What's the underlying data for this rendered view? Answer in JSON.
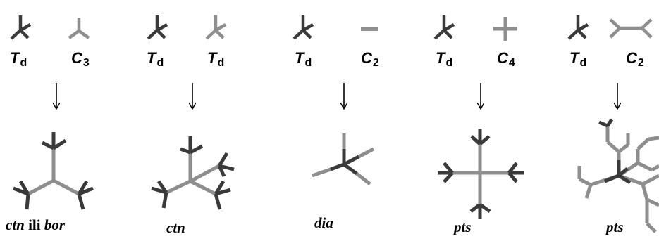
{
  "columns": [
    {
      "id": "col1",
      "left_symbol": {
        "main": "T",
        "sub": "d"
      },
      "right_symbol": {
        "main": "C",
        "sub": "3"
      },
      "topology_label": {
        "part1": "ctn",
        "connector": " ili ",
        "part2": "bor"
      }
    },
    {
      "id": "col2",
      "left_symbol": {
        "main": "T",
        "sub": "d"
      },
      "right_symbol": {
        "main": "T",
        "sub": "d"
      },
      "topology_label": {
        "part1": "ctn"
      }
    },
    {
      "id": "col3",
      "left_symbol": {
        "main": "T",
        "sub": "d"
      },
      "right_symbol": {
        "main": "C",
        "sub": "2"
      },
      "topology_label": {
        "part1": "dia"
      }
    },
    {
      "id": "col4",
      "left_symbol": {
        "main": "T",
        "sub": "d"
      },
      "right_symbol": {
        "main": "C",
        "sub": "4"
      },
      "topology_label": {
        "part1": "pts"
      }
    },
    {
      "id": "col5",
      "left_symbol": {
        "main": "T",
        "sub": "d"
      },
      "right_symbol": {
        "main": "C",
        "sub": "2"
      },
      "topology_label": {
        "part1": "pts"
      }
    }
  ],
  "colors": {
    "dark_node": "#3a3a3a",
    "light_node": "#8e8e8e",
    "arrow": "#000000"
  }
}
